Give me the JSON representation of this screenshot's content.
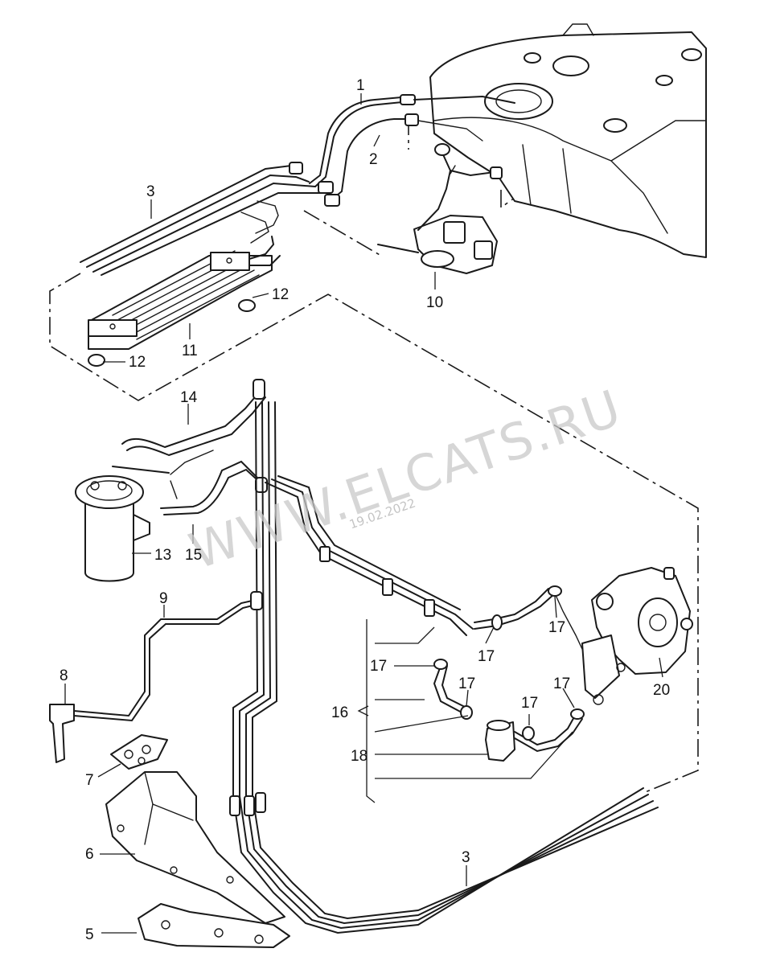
{
  "watermark": {
    "text": "WWW.ELCATS.RU",
    "date": "19.02.2022"
  },
  "callouts": [
    {
      "id": "c1",
      "text": "1"
    },
    {
      "id": "c2",
      "text": "2"
    },
    {
      "id": "c3a",
      "text": "3"
    },
    {
      "id": "c10",
      "text": "10"
    },
    {
      "id": "c12a",
      "text": "12"
    },
    {
      "id": "c11",
      "text": "11"
    },
    {
      "id": "c12b",
      "text": "12"
    },
    {
      "id": "c14",
      "text": "14"
    },
    {
      "id": "c13",
      "text": "13"
    },
    {
      "id": "c15",
      "text": "15"
    },
    {
      "id": "c9",
      "text": "9"
    },
    {
      "id": "c8",
      "text": "8"
    },
    {
      "id": "c7",
      "text": "7"
    },
    {
      "id": "c6",
      "text": "6"
    },
    {
      "id": "c5",
      "text": "5"
    },
    {
      "id": "c3b",
      "text": "3"
    },
    {
      "id": "c16",
      "text": "16"
    },
    {
      "id": "c17a",
      "text": "17"
    },
    {
      "id": "c17b",
      "text": "17"
    },
    {
      "id": "c17c",
      "text": "17"
    },
    {
      "id": "c17d",
      "text": "17"
    },
    {
      "id": "c17e",
      "text": "17"
    },
    {
      "id": "c17f",
      "text": "17"
    },
    {
      "id": "c18",
      "text": "18"
    },
    {
      "id": "c20",
      "text": "20"
    }
  ]
}
